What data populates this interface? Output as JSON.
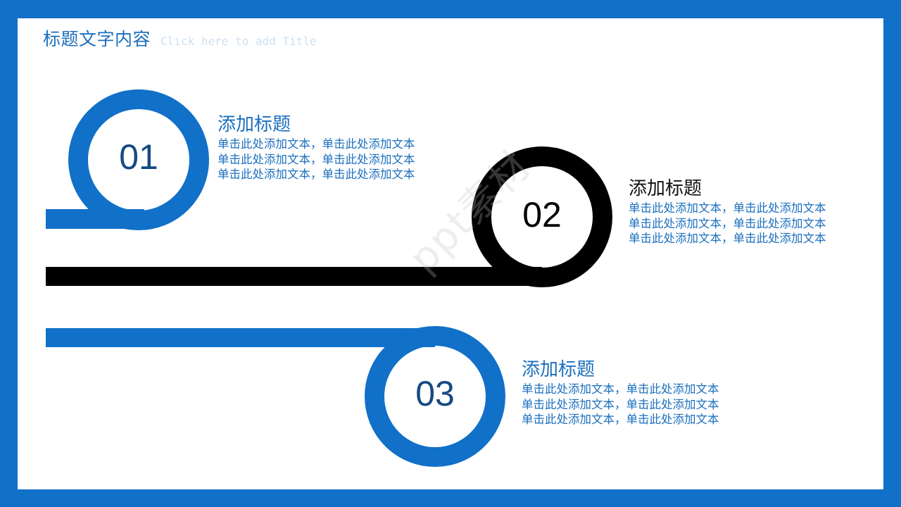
{
  "header": {
    "title": "标题文字内容",
    "subtitle": "Click here to add Title"
  },
  "colors": {
    "frame": "#1170c8",
    "accent_blue": "#1170c8",
    "accent_dark": "#000000",
    "number_blue": "#164a82"
  },
  "items": [
    {
      "number": "01",
      "title": "添加标题",
      "lines": [
        "单击此处添加文本，单击此处添加文本",
        "单击此处添加文本，单击此处添加文本",
        "单击此处添加文本，单击此处添加文本"
      ]
    },
    {
      "number": "02",
      "title": "添加标题",
      "lines": [
        "单击此处添加文本，单击此处添加文本",
        "单击此处添加文本，单击此处添加文本",
        "单击此处添加文本，单击此处添加文本"
      ]
    },
    {
      "number": "03",
      "title": "添加标题",
      "lines": [
        "单击此处添加文本，单击此处添加文本",
        "单击此处添加文本，单击此处添加文本",
        "单击此处添加文本，单击此处添加文本"
      ]
    }
  ],
  "watermark": "ppt素材"
}
